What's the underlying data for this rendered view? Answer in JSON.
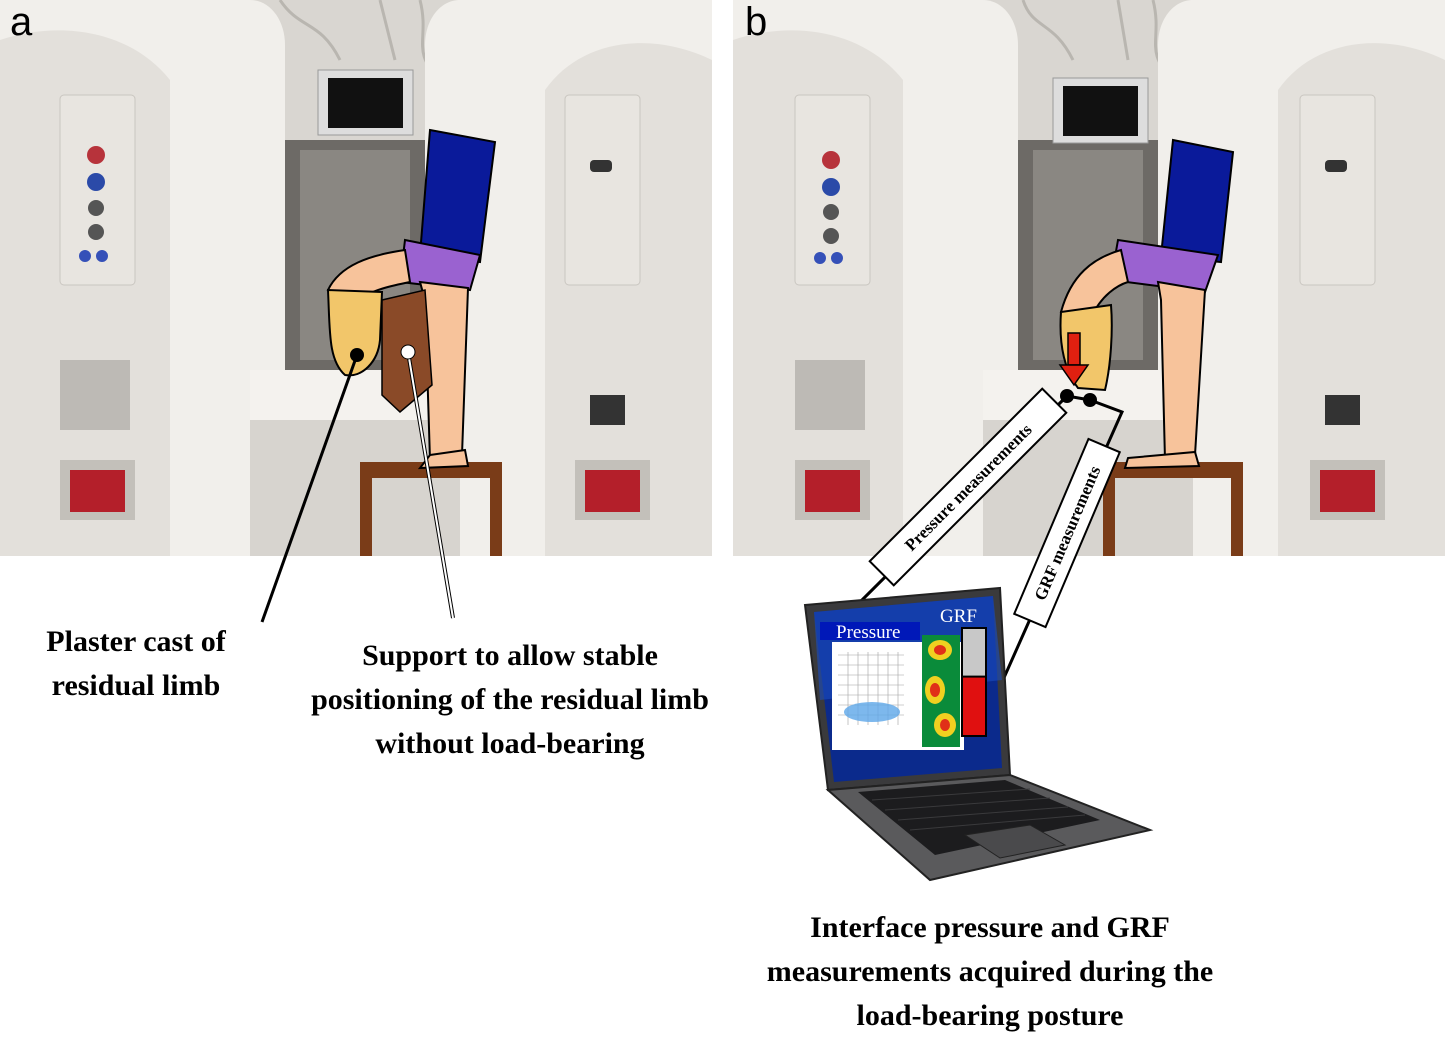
{
  "panels": {
    "a": {
      "letter": "a"
    },
    "b": {
      "letter": "b"
    }
  },
  "labels": {
    "plaster_cast": "Plaster cast of residual limb",
    "support": "Support to allow stable positioning of  the residual limb without load-bearing",
    "interface": "Interface pressure and GRF measurements acquired during the load-bearing posture",
    "pressure_measurements": "Pressure measurements",
    "grf_measurements": "GRF measurements",
    "screen_pressure": "Pressure",
    "screen_grf": "GRF"
  },
  "colors": {
    "shorts": "#0a1a9a",
    "shorts_lower": "#9a62d0",
    "skin": "#f7c39b",
    "plaster_cast": "#f2c66a",
    "support": "#8a4a28",
    "stool": "#7a3c18",
    "force_arrow": "#e02010",
    "grf_bar_fill": "#e01010"
  },
  "grf_level": 0.55
}
